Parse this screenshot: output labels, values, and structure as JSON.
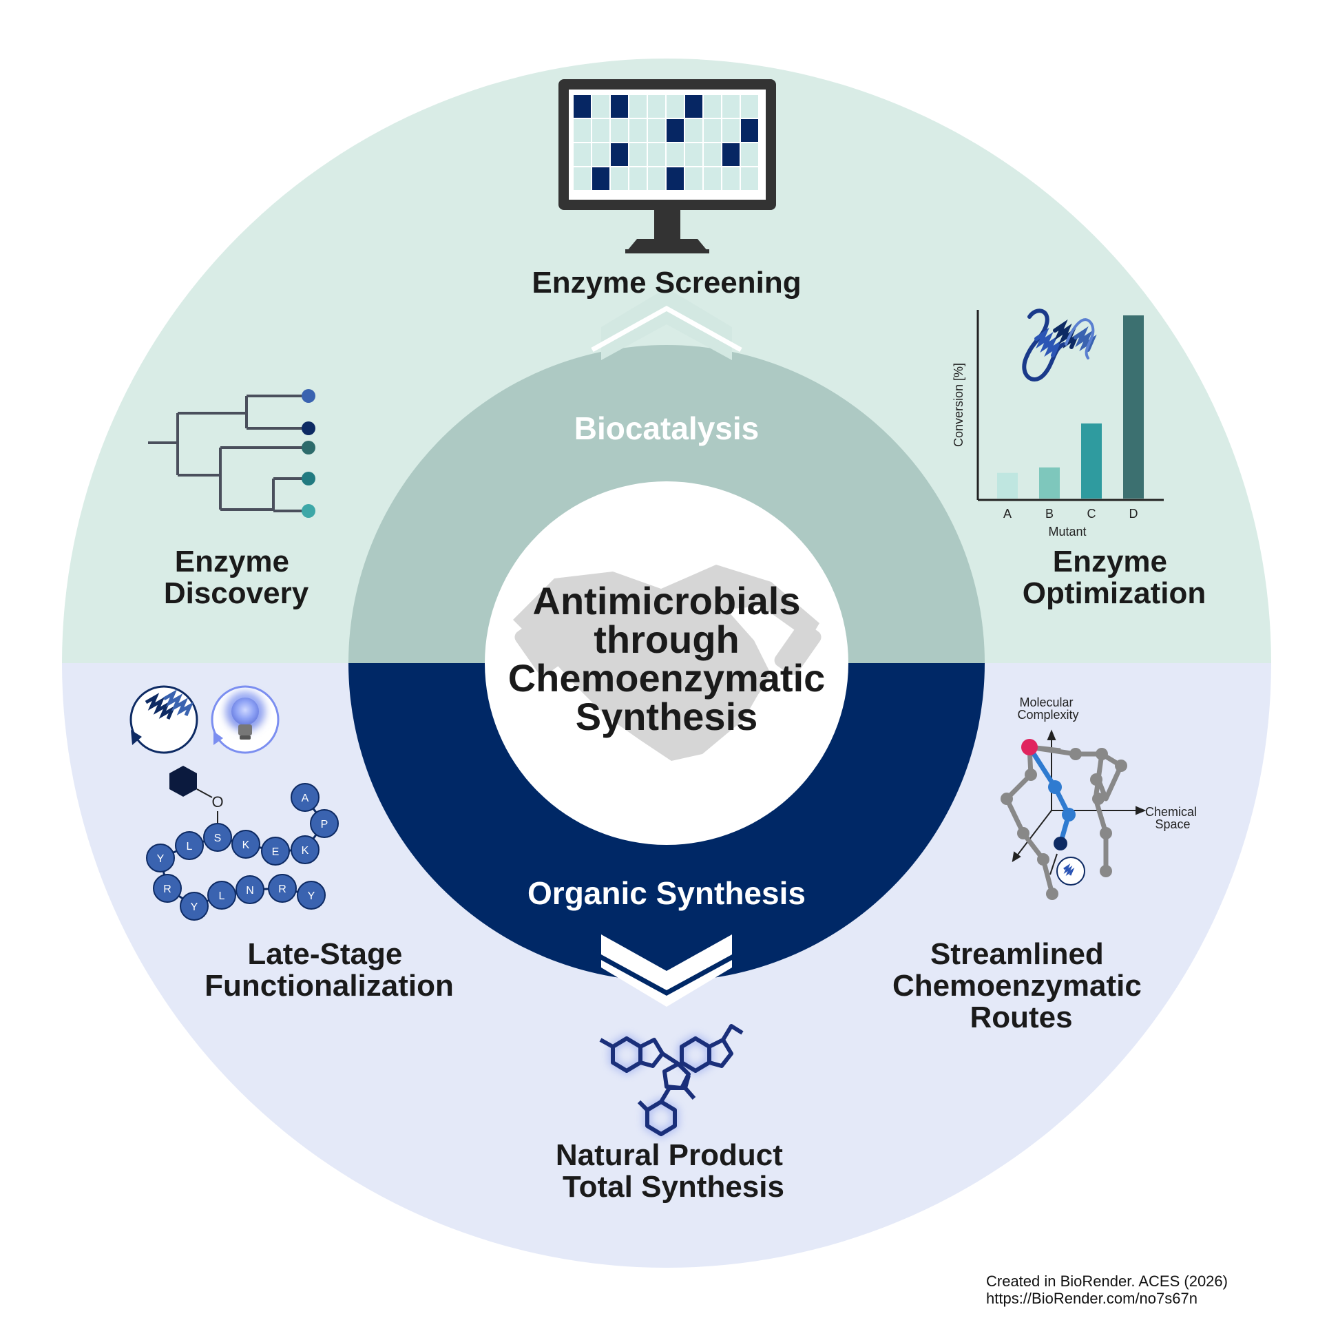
{
  "colors": {
    "top_half": "#d9ece6",
    "bottom_half": "#e4e9f8",
    "ring_top": "#adc9c3",
    "ring_bottom": "#002866",
    "center": "#ffffff",
    "accent_navy": "#0d2a63",
    "accent_blue": "#3a63b0"
  },
  "center_title": [
    "Antimicrobials",
    "through",
    "Chemoenzymatic",
    "Synthesis"
  ],
  "ring": {
    "top_label": "Biocatalysis",
    "bottom_label": "Organic Synthesis"
  },
  "sections": {
    "screening": {
      "lines": [
        "Enzyme Screening"
      ],
      "icon": "monitor-icon"
    },
    "discovery": {
      "lines": [
        "Enzyme",
        "Discovery"
      ],
      "icon": "phylogenetic-tree-icon"
    },
    "optimization": {
      "lines": [
        "Enzyme",
        "Optimization"
      ],
      "icon": "bar-chart-icon"
    },
    "late_stage": {
      "lines": [
        "Late-Stage",
        "Functionalization"
      ],
      "icon": "peptide-chain-icon"
    },
    "streamlined": {
      "lines": [
        "Streamlined",
        "Chemoenzymatic",
        "Routes"
      ],
      "icon": "chemical-space-graph-icon"
    },
    "natural_product": {
      "lines": [
        "Natural Product",
        "Total Synthesis"
      ],
      "icon": "molecules-icon"
    }
  },
  "chart_data": {
    "type": "bar",
    "categories": [
      "A",
      "B",
      "C",
      "D"
    ],
    "values": [
      14,
      17,
      41,
      100
    ],
    "ylim": [
      0,
      100
    ],
    "xlabel": "Mutant",
    "ylabel": "Conversion [%]",
    "colors": [
      "#bfe6e0",
      "#7ec7bc",
      "#2f9b9f",
      "#3c7070"
    ]
  },
  "chemical_space": {
    "y_label_lines": [
      "Molecular",
      "Complexity"
    ],
    "x_label_lines": [
      "Chemical",
      "Space"
    ]
  },
  "peptide": {
    "linker": "O",
    "top_beads": [
      "A",
      "P"
    ],
    "upper_row": [
      "Y",
      "L",
      "S",
      "K",
      "E",
      "K"
    ],
    "lower_row": [
      "R",
      "Y",
      "L",
      "N",
      "R",
      "Y"
    ]
  },
  "credit": [
    "Created in BioRender. ACES (2026)",
    "https://BioRender.com/no7s67n"
  ]
}
